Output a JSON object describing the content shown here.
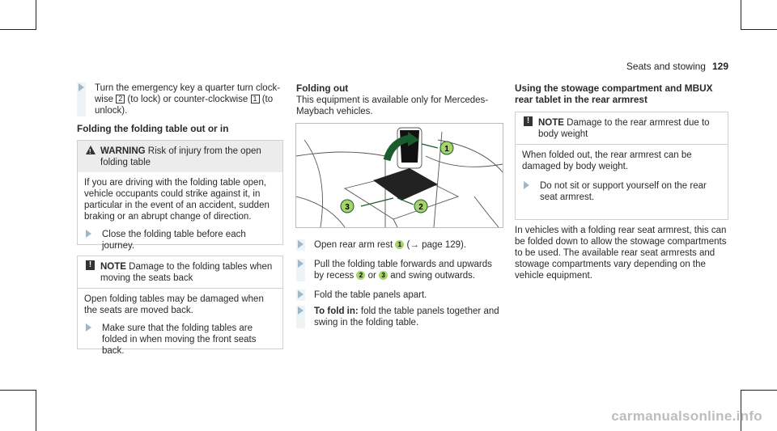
{
  "header": {
    "section": "Seats and stowing",
    "page": "129"
  },
  "col1": {
    "step_top_a": "Turn the emergency key a quarter turn clock-",
    "step_top_b1": "wise ",
    "key2": "2",
    "step_top_b2": " (to lock) or counter-clockwise ",
    "key1": "1",
    "step_top_b3": " (to",
    "step_top_c": "unlock).",
    "heading": "Folding the folding table out or in",
    "warning": {
      "label": "WARNING",
      "title": " Risk of injury from the open",
      "title2": "folding table",
      "body": "If you are driving with the folding table open, vehicle occupants could strike against it, in particular in the event of an accident, sudden braking or an abrupt change of direction.",
      "step": "Close the folding table before each journey."
    },
    "note": {
      "icon": "!",
      "label": "NOTE",
      "title": " Damage to the folding tables when",
      "title2": "moving the seats back",
      "body": "Open folding tables may be damaged when the seats are moved back.",
      "step": "Make sure that the folding tables are folded in when moving the front seats back."
    }
  },
  "col2": {
    "heading": "Folding out",
    "intro": "This equipment is available only for Mercedes-Maybach vehicles.",
    "step1_a": "Open rear arm rest ",
    "b1": "1",
    "step1_b": " (→ page 129).",
    "step2_a": "Pull the folding table forwards and upwards by recess ",
    "b2": "2",
    "step2_or": " or ",
    "b3": "3",
    "step2_b": " and swing outwards.",
    "step3": "Fold the table panels apart.",
    "step4_bold": "To fold in:",
    "step4": " fold the table panels together and swing in the folding table."
  },
  "col3": {
    "heading": "Using the stowage compartment and MBUX rear tablet in the rear armrest",
    "note": {
      "icon": "!",
      "label": "NOTE",
      "title": " Damage to the rear armrest due to",
      "title2": "body weight",
      "body": "When folded out, the rear armrest can be damaged by body weight.",
      "step": "Do not sit or support yourself on the rear seat armrest."
    },
    "para": "In vehicles with a folding rear seat armrest, this can be folded down to allow the stowage compartments to be used. The available rear seat armrests and stowage compartments vary depending on the vehicle equipment."
  },
  "illustration": {
    "c1": "1",
    "c2": "2",
    "c3": "3"
  },
  "watermark": "carmanualsonline.info"
}
